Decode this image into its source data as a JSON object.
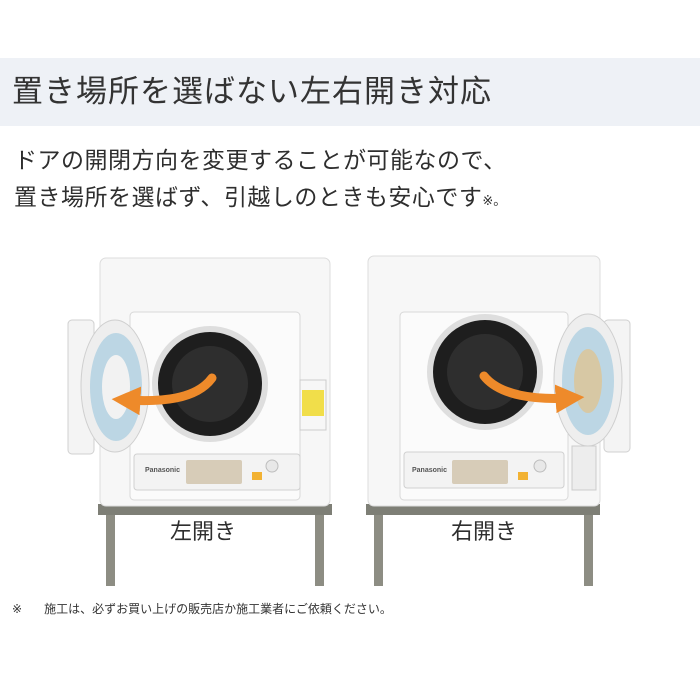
{
  "heading": {
    "title": "置き場所を選ばない左右開き対応"
  },
  "description": {
    "line1": "ドアの開閉方向を変更することが可能なので、",
    "line2": "置き場所を選ばず、引越しのときも安心です",
    "line2_mark": "※。"
  },
  "dryers": [
    {
      "caption": "左開き",
      "brand": "Panasonic"
    },
    {
      "caption": "右開き",
      "brand": "Panasonic"
    }
  ],
  "footnote": {
    "symbol": "※",
    "text": "施工は、必ずお買い上げの販売店か施工業者にご依頼ください。"
  },
  "colors": {
    "title_band": "#eef1f6",
    "arrow": "#ee8a2a",
    "drum": "#1e1e1e",
    "door_glass": "#bcd6e4"
  }
}
